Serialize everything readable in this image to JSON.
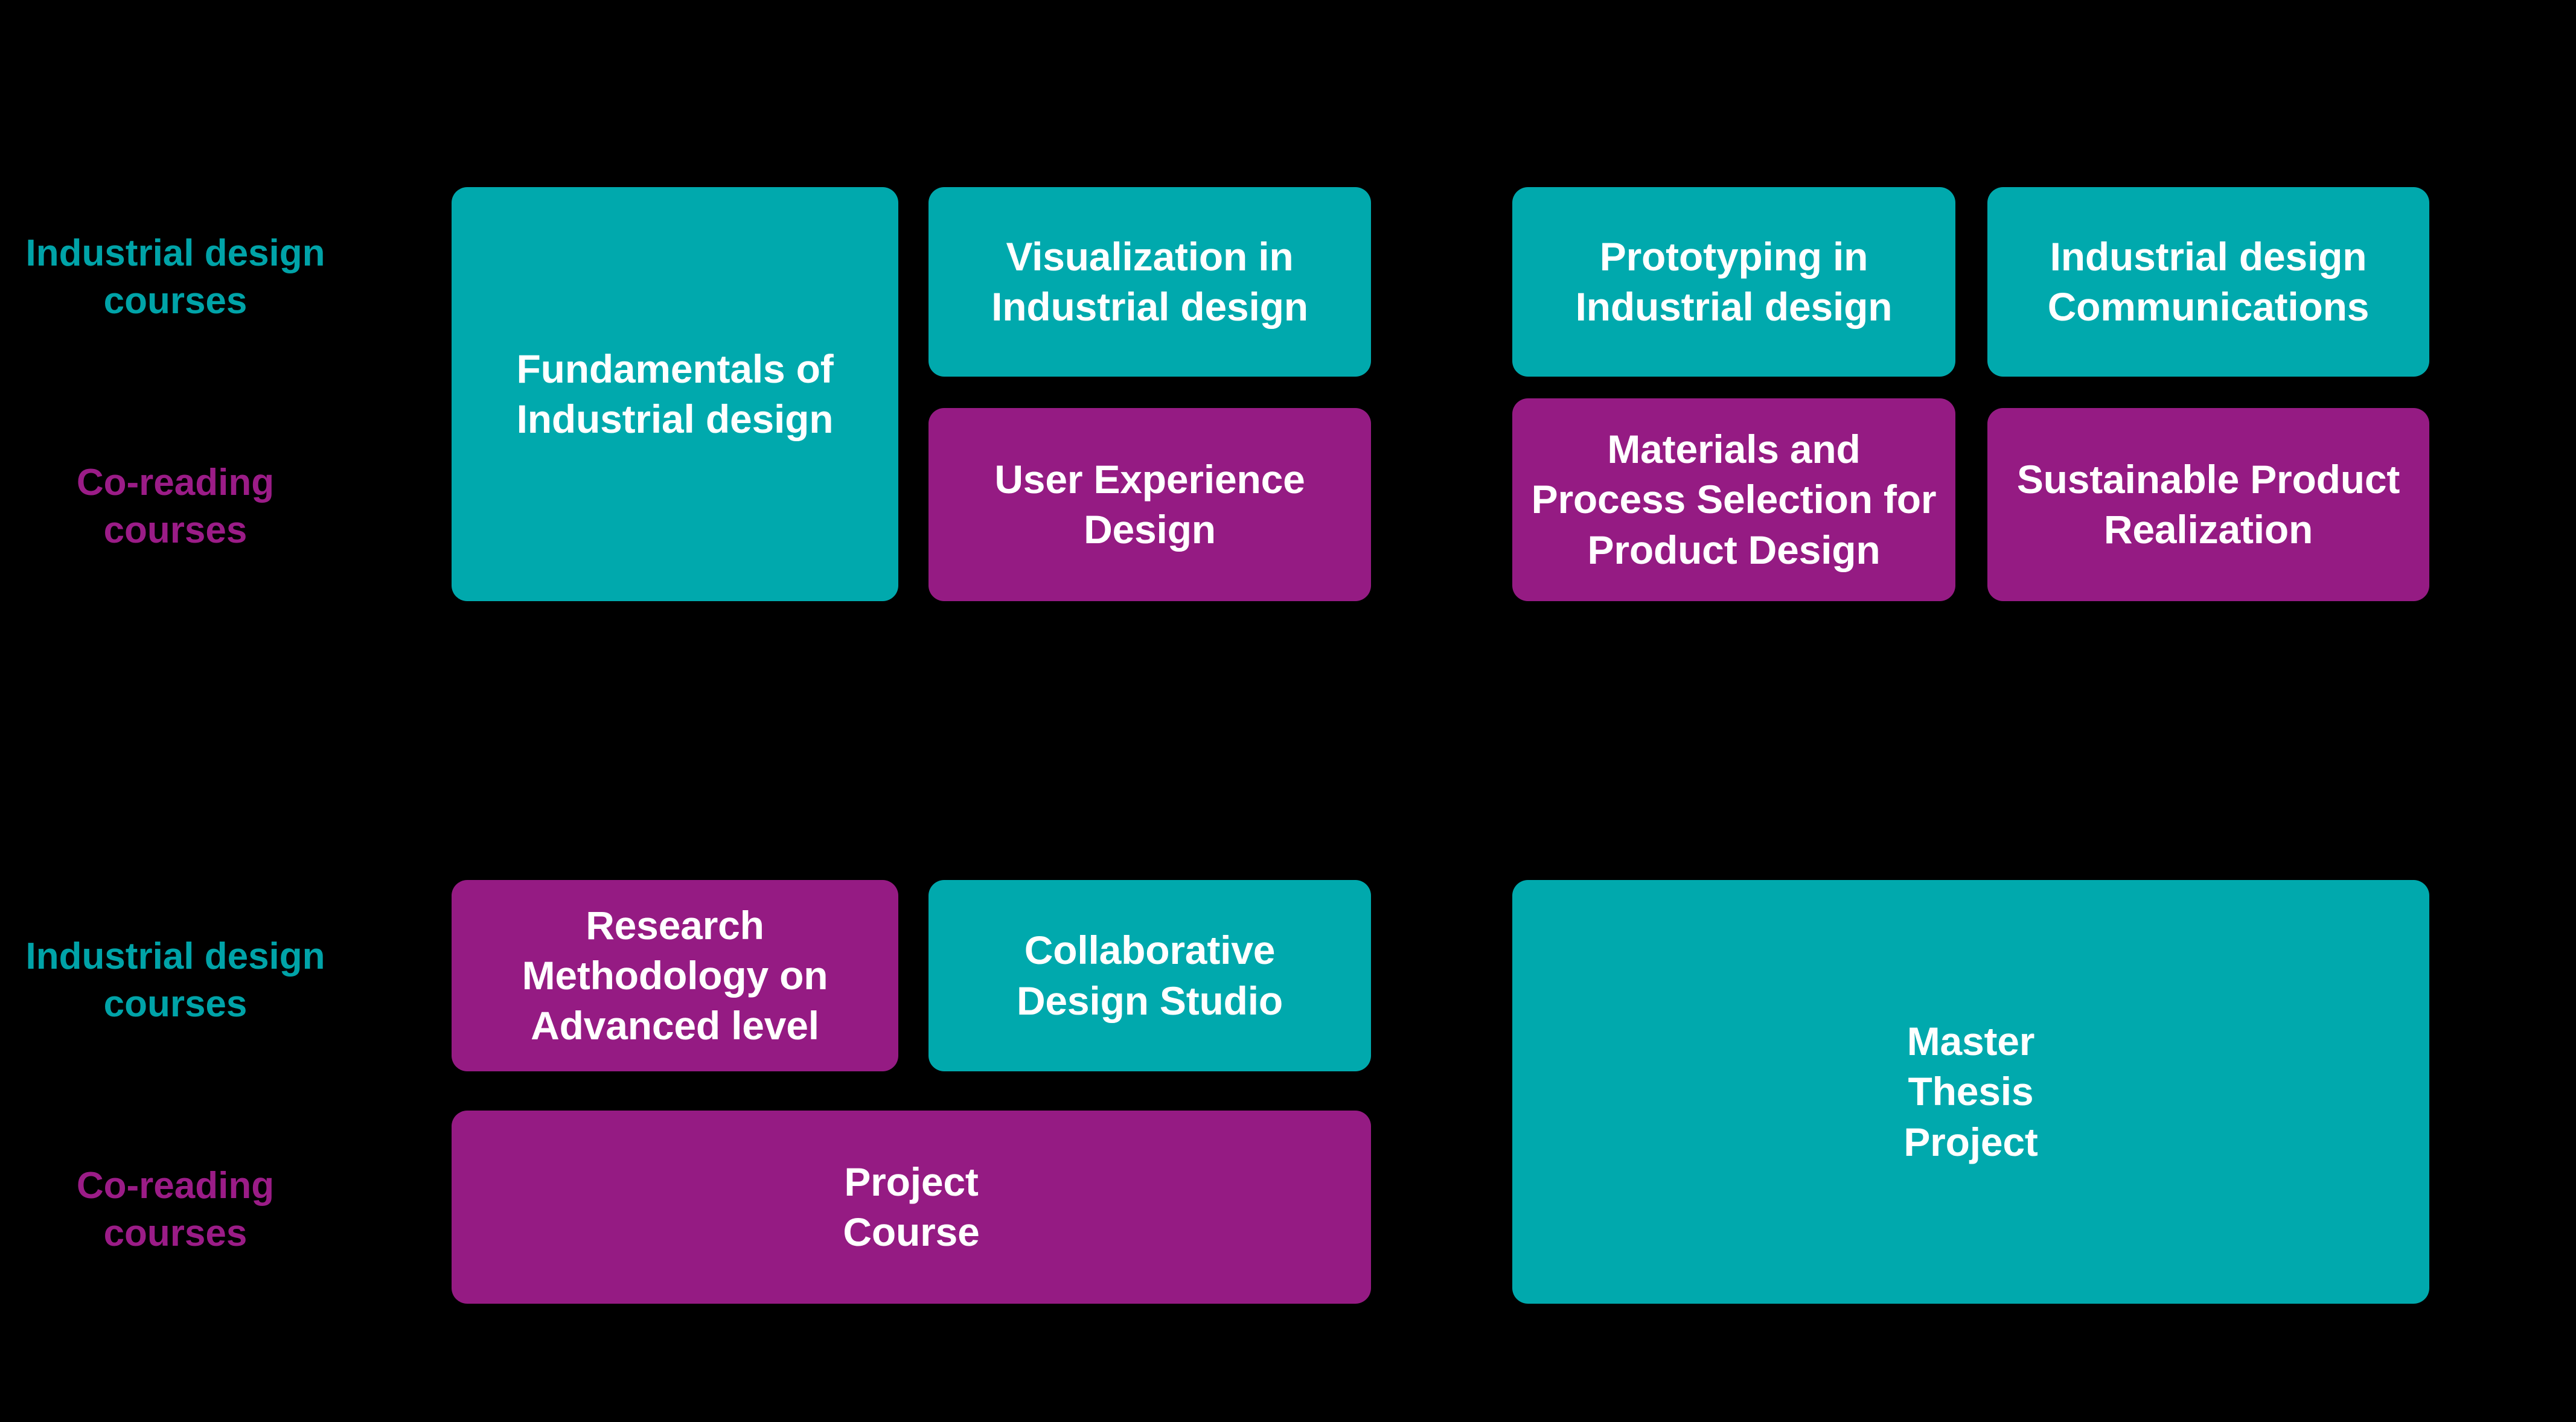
{
  "page": {
    "background_color": "#000000",
    "teal_color": "#00A9AD",
    "magenta_color": "#951B83",
    "teal_label_color": "#00A3A8",
    "magenta_label_color": "#9B1C87",
    "box_text_color": "#FFFFFF"
  },
  "row_labels": {
    "top_industrial": "Industrial design\ncourses",
    "top_coreading": "Co-reading\ncourses",
    "bottom_industrial": "Industrial design\ncourses",
    "bottom_coreading": "Co-reading\ncourses"
  },
  "courses": {
    "fundamentals": "Fundamentals of\nIndustrial design",
    "visualization": "Visualization in\nIndustrial design",
    "user_experience": "User Experience\nDesign",
    "prototyping": "Prototyping in\nIndustrial design",
    "communications": "Industrial design\nCommunications",
    "materials": "Materials and\nProcess Selection for\nProduct Design",
    "sustainable": "Sustainable Product\nRealization",
    "research_methodology": "Research\nMethodology on\nAdvanced level",
    "collaborative_studio": "Collaborative\nDesign Studio",
    "project_course": "Project\nCourse",
    "master_thesis": "Master\nThesis\nProject"
  }
}
